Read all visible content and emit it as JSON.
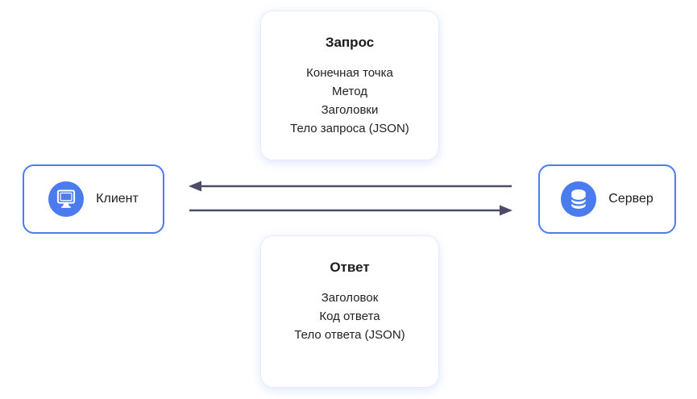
{
  "diagram": {
    "request_card": {
      "title": "Запрос",
      "items": [
        "Конечная точка",
        "Метод",
        "Заголовки",
        "Тело запроса (JSON)"
      ]
    },
    "response_card": {
      "title": "Ответ",
      "items": [
        "Заголовок",
        "Код ответа",
        "Тело ответа (JSON)"
      ]
    },
    "client_node": {
      "label": "Клиент",
      "icon": "monitor-icon"
    },
    "server_node": {
      "label": "Сервер",
      "icon": "database-icon"
    },
    "arrows": [
      {
        "name": "server-to-client",
        "direction": "left"
      },
      {
        "name": "client-to-server",
        "direction": "right"
      }
    ]
  },
  "colors": {
    "node_border": "#4d7cf0",
    "icon_circle": "#4a7cf0",
    "arrow": "#4c4b68",
    "card_border": "#e4ecfc",
    "text": "#1f1f1f"
  }
}
